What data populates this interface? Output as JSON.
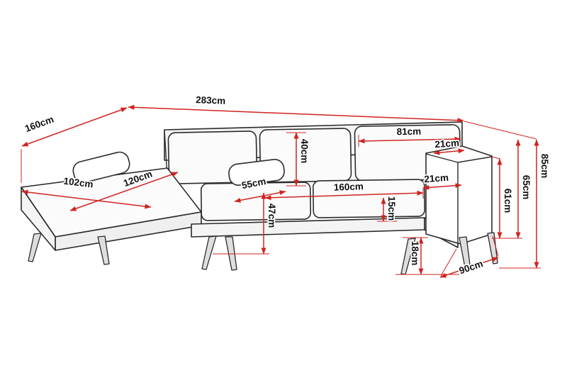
{
  "diagram": {
    "type": "furniture-dimension-drawing",
    "subject": "corner-sofa-with-chaise",
    "unit": "cm",
    "colors": {
      "outline": "#2b2b2b",
      "dimension": "#d02420",
      "background": "#ffffff",
      "label_text": "#101010"
    },
    "dimensions": {
      "overall_width": "283cm",
      "chaise_depth": "160cm",
      "chaise_width": "102cm",
      "chaise_length": "120cm",
      "seat_depth": "55cm",
      "back_cushion_height": "40cm",
      "seat_height": "47cm",
      "seat_width": "160cm",
      "seat_cushion_thickness": "15cm",
      "back_cushion_width": "81cm",
      "armrest_top_width": "21cm",
      "armrest_width": "21cm",
      "armrest_height": "61cm",
      "back_height": "65cm",
      "total_height": "85cm",
      "leg_height": "18cm",
      "depth": "90cm"
    }
  }
}
